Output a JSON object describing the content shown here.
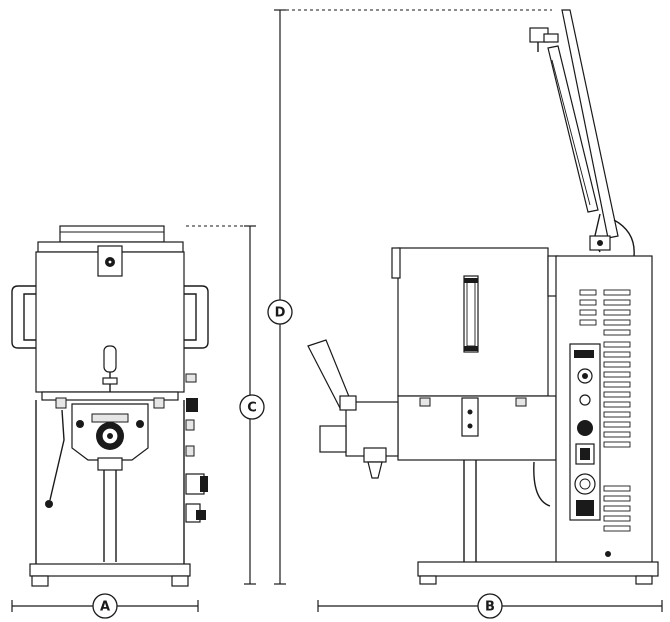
{
  "dimensions": {
    "a": {
      "label": "A"
    },
    "b": {
      "label": "B"
    },
    "c": {
      "label": "C"
    },
    "d": {
      "label": "D"
    }
  }
}
